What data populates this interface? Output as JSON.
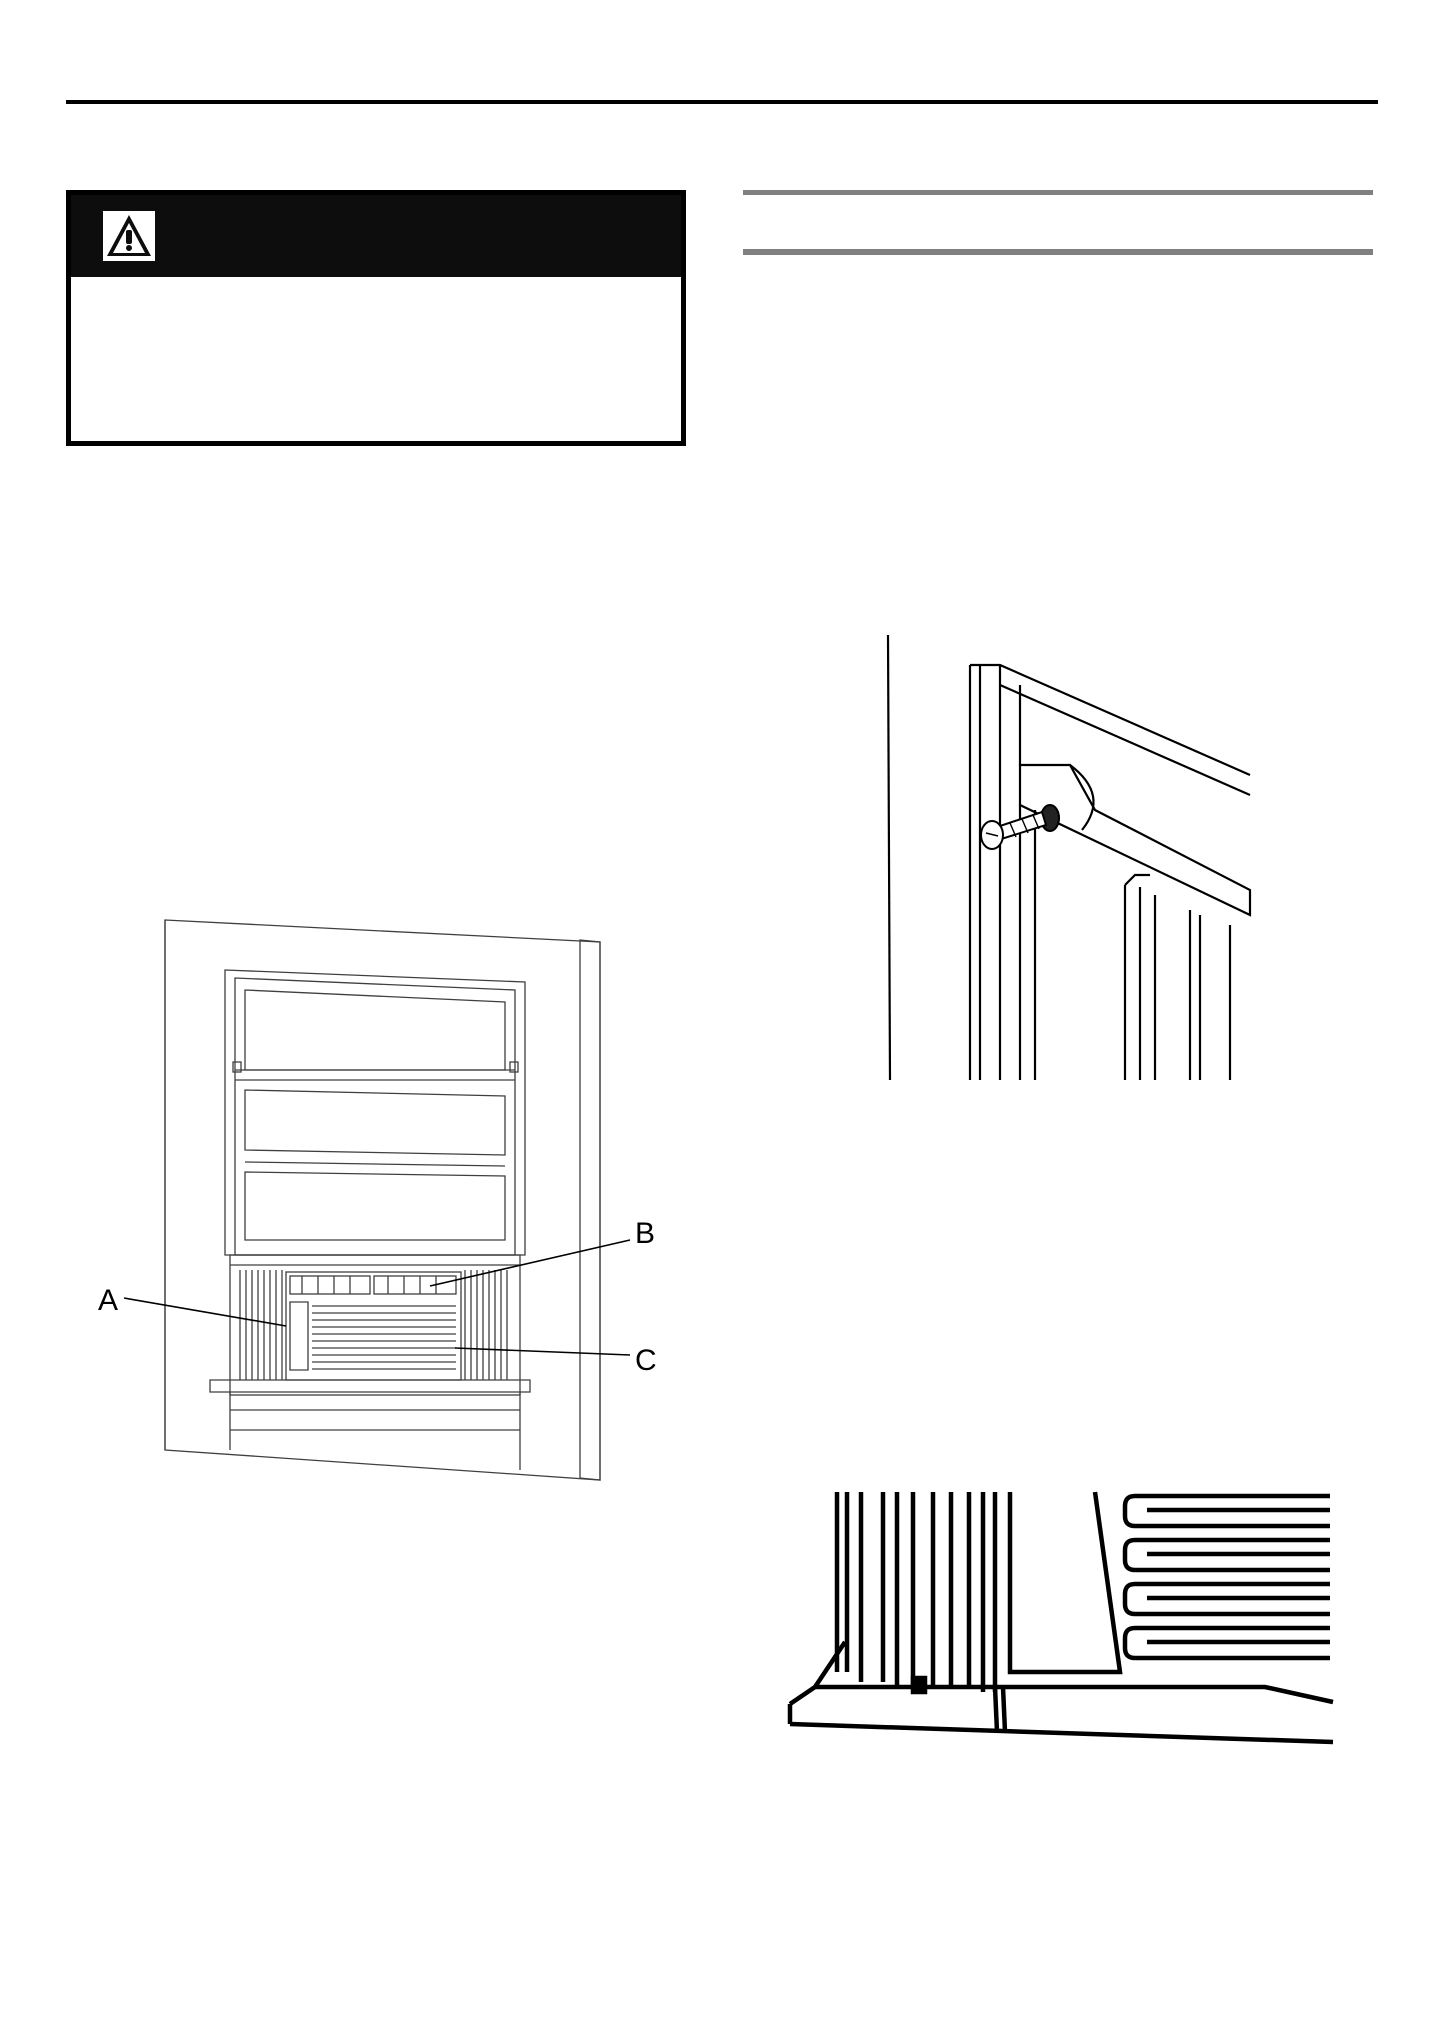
{
  "header": {
    "section_title": ""
  },
  "warning": {
    "icon": "warning-triangle-icon",
    "label": "",
    "text": ""
  },
  "right_column": {
    "heading": ""
  },
  "figure_window_unit": {
    "callouts": [
      {
        "letter": "A"
      },
      {
        "letter": "B"
      },
      {
        "letter": "C"
      }
    ]
  },
  "figure_screw": {
    "description_icon": "screw-icon"
  },
  "figure_base": {
    "description_icon": "coil-base-icon"
  },
  "colors": {
    "ink": "#000000",
    "rule_gray": "#808080",
    "warning_bar": "#0d0d0d"
  }
}
